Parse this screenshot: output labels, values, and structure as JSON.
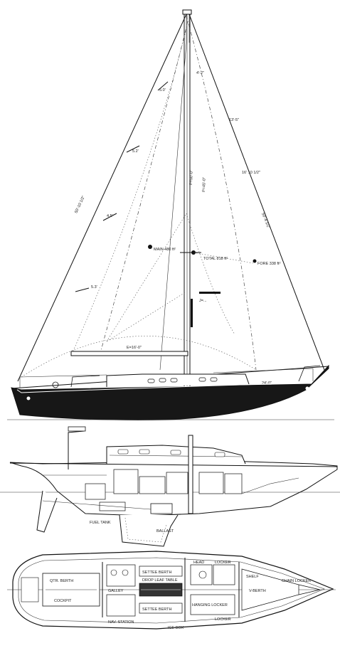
{
  "colors": {
    "ink": "#111111",
    "hull": "#171717",
    "paper": "#ffffff"
  },
  "sail_plan": {
    "labels": {
      "dim_head_1": "4'-2\"",
      "dim_head_2": "13'-5\"",
      "dim_luff": "P=50'-0\"",
      "dim_foretriangle": "P=45'-0\"",
      "dim_forestay": "50'-10 1/2\"",
      "dim_backstay": "50'-4 1/2\"",
      "main_area": "MAIN 480 ft²",
      "total_area": "TOTAL 818 ft²",
      "fore_area": "FORE 338 ft²",
      "boom": "E=16'-0\"",
      "batten_1": "5.0'",
      "batten_2": "5.2'",
      "batten_3": "4.5'",
      "batten_4": "5.3'",
      "fore_dim": "16' 10 1/2\"",
      "jib_dim": "J=...",
      "lwl": "24'-0\""
    }
  },
  "profile_section": {
    "labels": {
      "tank": "FUEL TANK",
      "ballast": "BALLAST"
    }
  },
  "accommodation_plan": {
    "labels": {
      "quarter_berth": "QTR. BERTH",
      "cockpit": "COCKPIT",
      "galley": "GALLEY",
      "nav": "NAV. STATION",
      "settee_p": "SETTEE BERTH",
      "settee_s": "SETTEE BERTH",
      "table": "DROP LEAF TABLE",
      "head": "HEAD",
      "locker_1": "LOCKER",
      "locker_2": "LOCKER",
      "hanging": "HANGING LOCKER",
      "vberth": "V-BERTH",
      "chain": "CHAIN LOCKER",
      "ice": "ICE BOX",
      "shelf": "SHELF"
    }
  }
}
